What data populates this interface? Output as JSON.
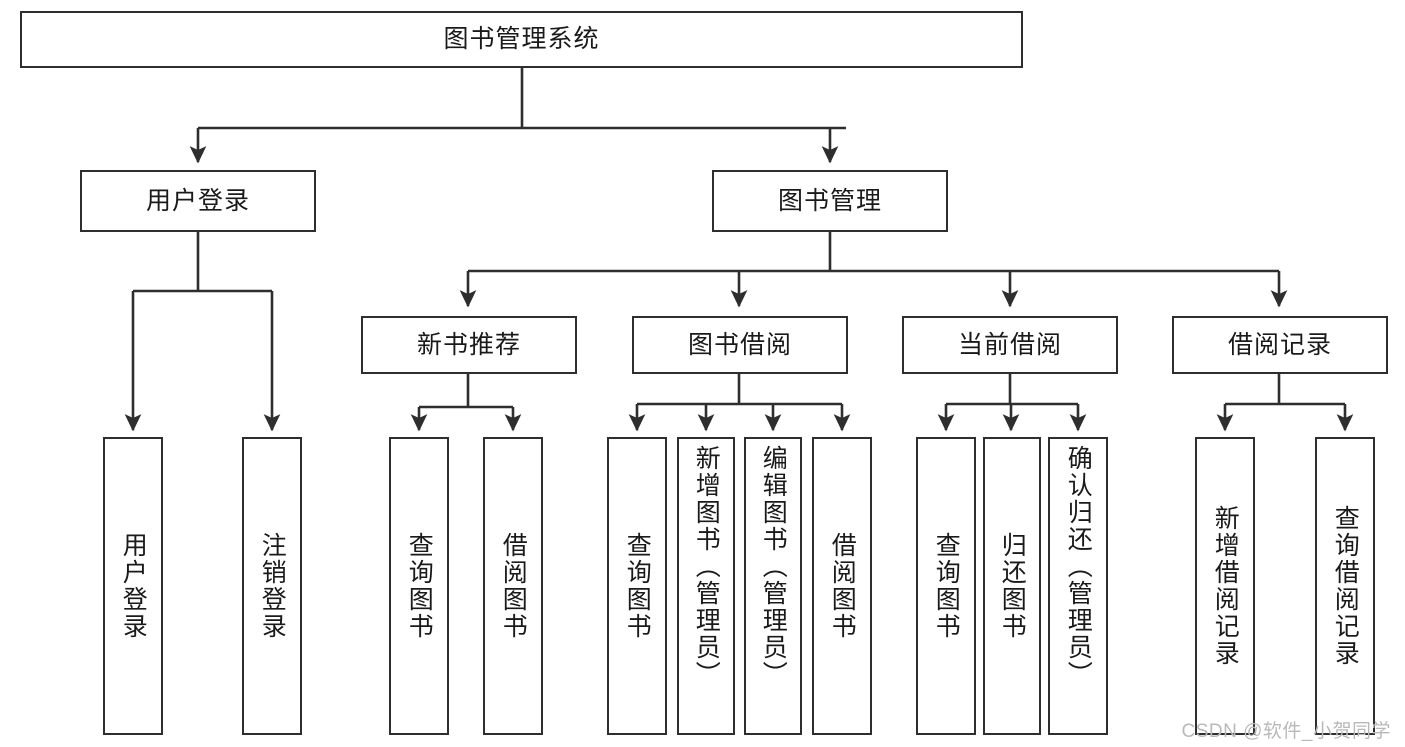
{
  "diagram": {
    "title": "图书管理系统",
    "type": "tree-structure-chart",
    "watermark": "CSDN @软件_小贺同学",
    "colors": {
      "stroke": "#2e2e2e",
      "fill": "#ffffff",
      "text": "#1a1a1a",
      "watermark": "#b9b9b9"
    },
    "levels": {
      "root": "图书管理系统",
      "level2": [
        "用户登录",
        "图书管理"
      ],
      "level3": [
        "新书推荐",
        "图书借阅",
        "当前借阅",
        "借阅记录"
      ],
      "level4_groups": [
        {
          "parent": "用户登录",
          "children": [
            "用户登录",
            "注销登录"
          ]
        },
        {
          "parent": "新书推荐",
          "children": [
            "查询图书",
            "借阅图书"
          ]
        },
        {
          "parent": "图书借阅",
          "children": [
            "查询图书",
            "新增图书（管理员）",
            "编辑图书（管理员）",
            "借阅图书"
          ]
        },
        {
          "parent": "当前借阅",
          "children": [
            "查询图书",
            "归还图书",
            "确认归还（管理员）"
          ]
        },
        {
          "parent": "借阅记录",
          "children": [
            "新增借阅记录",
            "查询借阅记录"
          ]
        }
      ]
    },
    "nodes": {
      "root": {
        "label": "图书管理系统"
      },
      "user_login": {
        "label": "用户登录"
      },
      "book_manage": {
        "label": "图书管理"
      },
      "new_book_rec": {
        "label": "新书推荐"
      },
      "book_borrow": {
        "label": "图书借阅"
      },
      "current_borrow": {
        "label": "当前借阅"
      },
      "borrow_record": {
        "label": "借阅记录"
      },
      "leaf_user_login": {
        "label": "用户登录"
      },
      "leaf_user_logout": {
        "label": "注销登录"
      },
      "leaf_rec_query": {
        "label": "查询图书"
      },
      "leaf_rec_borrow": {
        "label": "借阅图书"
      },
      "leaf_borrow_query": {
        "label": "查询图书"
      },
      "leaf_borrow_add": {
        "label": "新增图书（管理员）"
      },
      "leaf_borrow_edit": {
        "label": "编辑图书（管理员）"
      },
      "leaf_borrow_do": {
        "label": "借阅图书"
      },
      "leaf_cur_query": {
        "label": "查询图书"
      },
      "leaf_cur_return": {
        "label": "归还图书"
      },
      "leaf_cur_confirm": {
        "label": "确认归还（管理员）"
      },
      "leaf_rec_add": {
        "label": "新增借阅记录"
      },
      "leaf_rec_search": {
        "label": "查询借阅记录"
      }
    }
  }
}
